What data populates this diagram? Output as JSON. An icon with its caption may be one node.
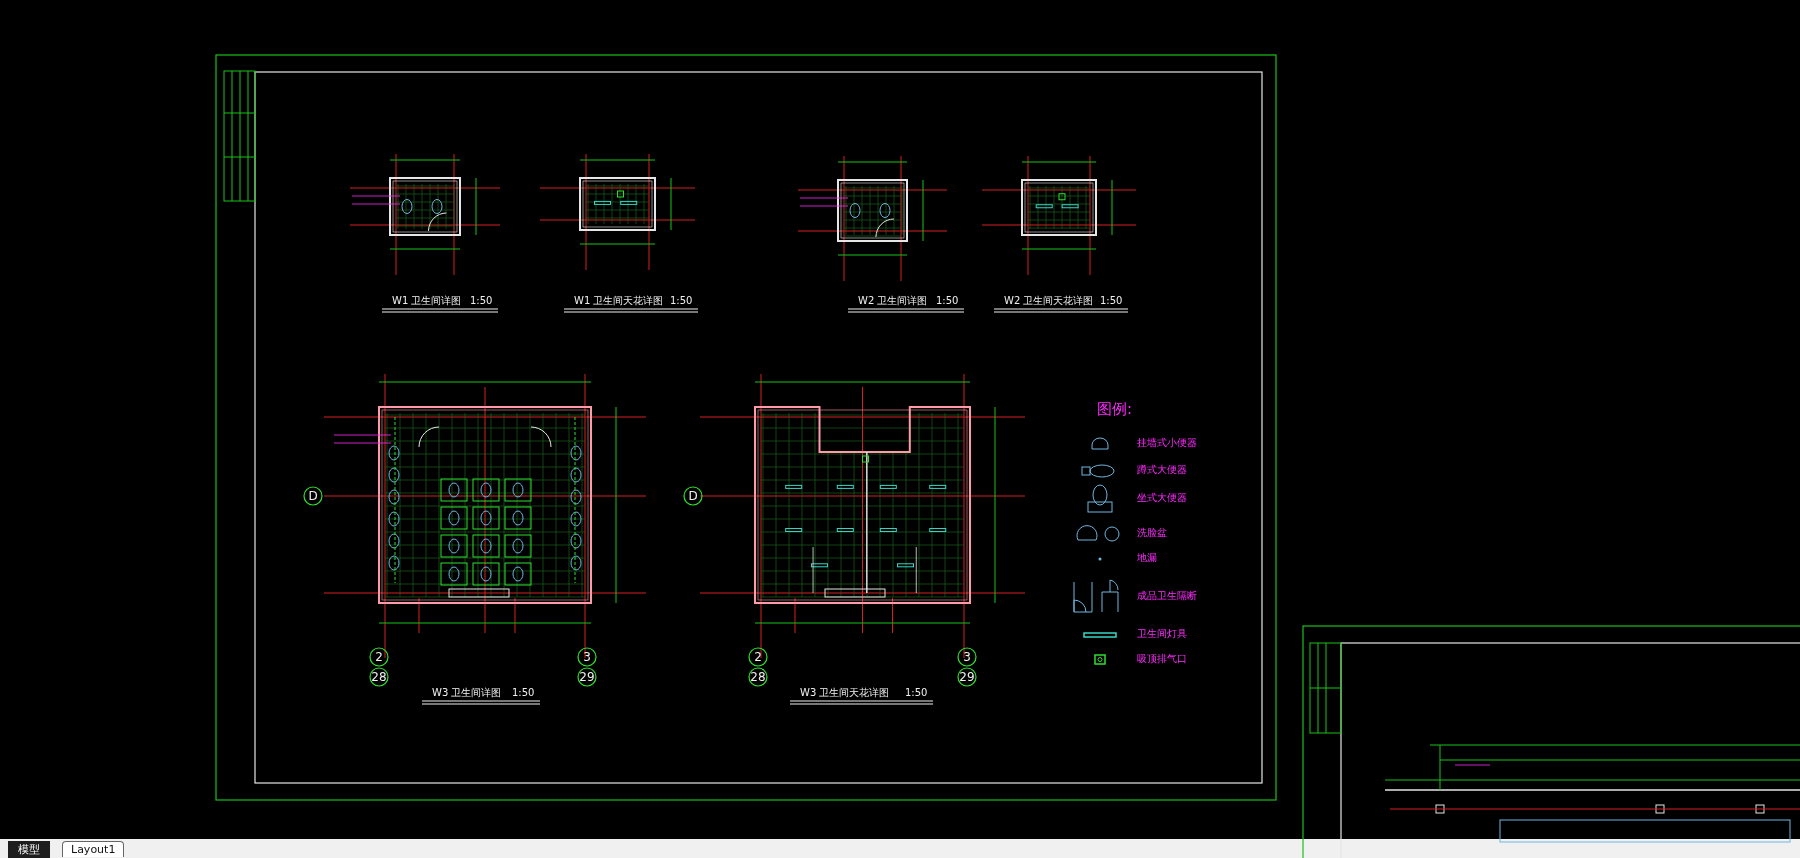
{
  "diagram": {
    "labels": [
      "W1 卫生间详图",
      "1:50",
      "W1 卫生间天花详图",
      "1:50",
      "W2 卫生间详图",
      "1:50",
      "W2 卫生间天花详图",
      "1:50",
      "D",
      "D",
      "2",
      "28",
      "3",
      "29",
      "2",
      "28",
      "3",
      "29",
      "W3 卫生间详图",
      "1:50",
      "W3 卫生间天花详图",
      "1:50",
      "图例:",
      "模型",
      "Layout1"
    ],
    "legend": [
      {
        "text": "挂墙式小便器"
      },
      {
        "text": "蹲式大便器"
      },
      {
        "text": "坐式大便器"
      },
      {
        "text": "洗脸盆"
      },
      {
        "text": "地漏"
      },
      {
        "text": "成品卫生隔断"
      },
      {
        "text": "卫生间灯具"
      },
      {
        "text": "吸顶排气口"
      }
    ]
  }
}
